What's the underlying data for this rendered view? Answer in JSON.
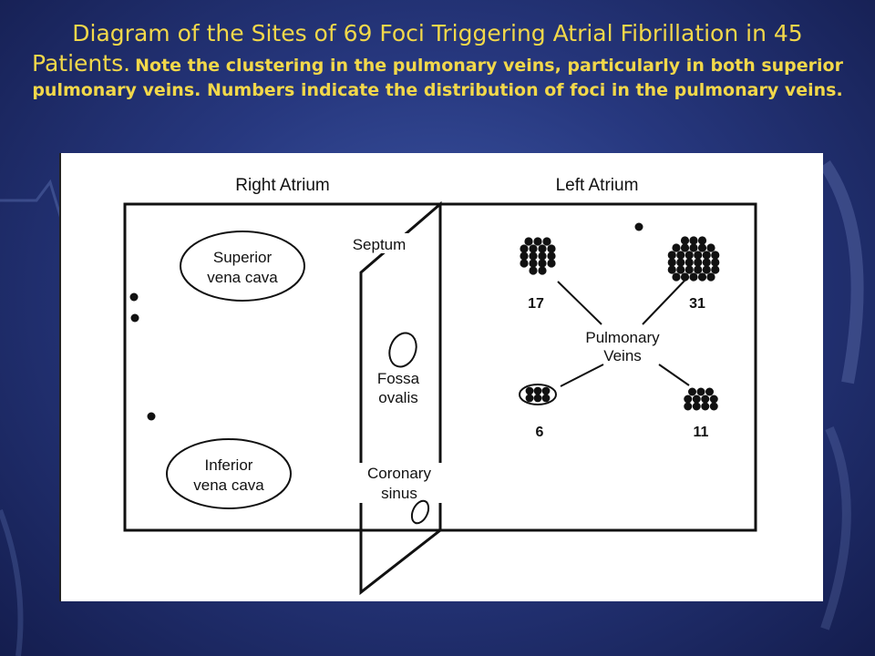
{
  "slide": {
    "title": "Diagram of the Sites of 69 Foci Triggering Atrial Fibrillation in 45 Patients.",
    "note": "Note the clustering in the pulmonary veins, particularly in both superior pulmonary veins. Numbers indicate the distribution of foci in the pulmonary veins.",
    "title_color": "#f2d84a"
  },
  "diagram": {
    "right_atrium": "Right Atrium",
    "left_atrium": "Left Atrium",
    "septum": "Septum",
    "superior_vena_cava": [
      "Superior",
      "vena cava"
    ],
    "inferior_vena_cava": [
      "Inferior",
      "vena cava"
    ],
    "fossa_ovalis": [
      "Fossa",
      "ovalis"
    ],
    "coronary_sinus": [
      "Coronary",
      "sinus"
    ],
    "pulmonary_veins": [
      "Pulmonary",
      "Veins"
    ],
    "counts": {
      "left_superior": "17",
      "right_superior": "31",
      "left_inferior": "6",
      "right_inferior": "11"
    }
  }
}
